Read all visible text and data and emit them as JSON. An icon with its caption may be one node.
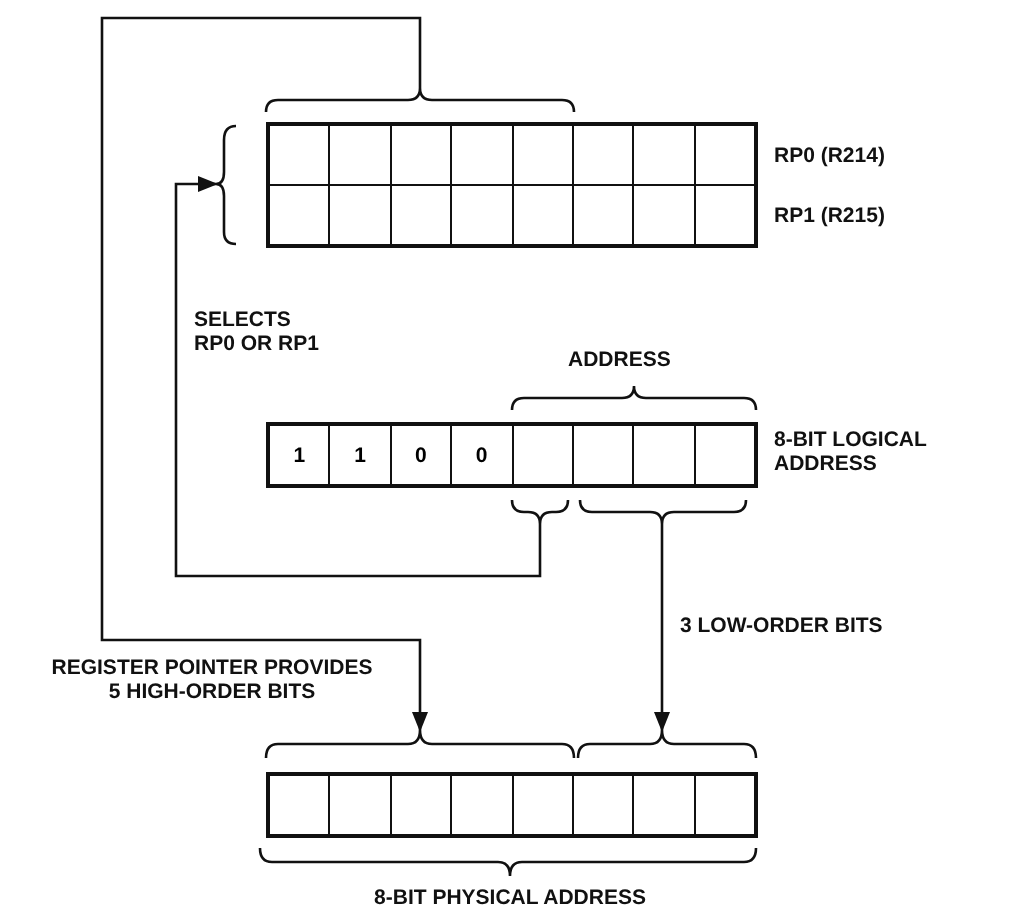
{
  "diagram": {
    "nodes": [
      {
        "text": [],
        "shape": "box"
      },
      {
        "text": [],
        "shape": "box",
        "in": 0,
        "beside": [
          "RP0 (R214)"
        ]
      },
      {
        "text": [],
        "shape": "box",
        "in": 0,
        "beside": [
          "RP1 (R215)"
        ]
      },
      {
        "text": [
          "1",
          "1",
          "0",
          "0"
        ],
        "beside": [
          "8-BIT LOGICAL ADDRESS"
        ]
      },
      {
        "text": [],
        "shape": "box",
        "beside": [
          "8-BIT PHYSICAL ADDRESS"
        ]
      }
    ],
    "edges": [
      {
        "from": 0,
        "to": 4,
        "arrow": "to",
        "label": "REGISTER POINTER PROVIDES 5 HIGH-ORDER BITS"
      },
      {
        "from": 3,
        "to": 0,
        "arrow": "to",
        "label": "SELECTS RP0 OR RP1"
      },
      {
        "from": 3,
        "to": 4,
        "arrow": "to",
        "label": "3 LOW-ORDER BITS"
      }
    ],
    "labels": [
      "ADDRESS"
    ]
  }
}
